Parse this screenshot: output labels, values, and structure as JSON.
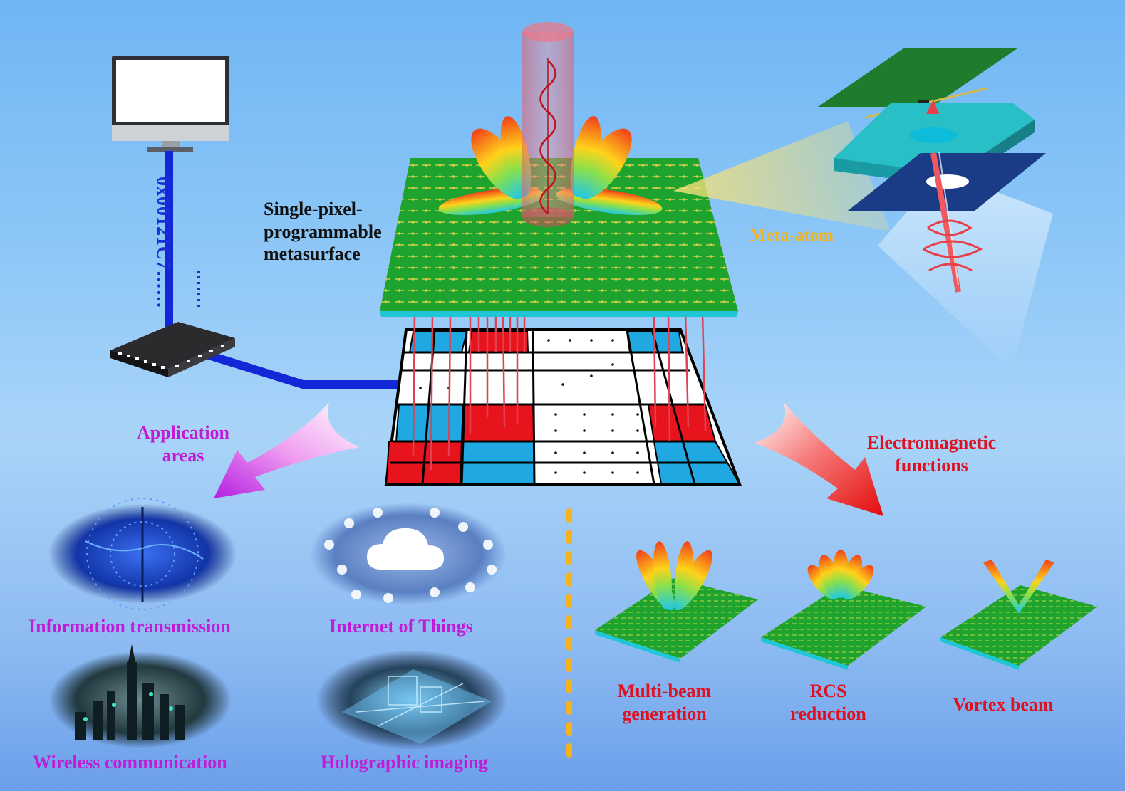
{
  "hex_code": "0x00121C7……",
  "metasurface_label": [
    "Single-pixel-",
    "programmable",
    "metasurface"
  ],
  "meta_atom_label": "Meta-atom",
  "application_areas": {
    "title": [
      "Application",
      "areas"
    ],
    "items": [
      "Information transmission",
      "Internet of Things",
      "Wireless communication",
      "Holographic imaging"
    ]
  },
  "em_functions": {
    "title": [
      "Electromagnetic",
      "functions"
    ],
    "items": [
      [
        "Multi-beam",
        "generation"
      ],
      [
        "RCS",
        "reduction"
      ],
      [
        "Vortex beam"
      ]
    ]
  },
  "colors": {
    "background": "#8cc6f7",
    "purple_text": "#c21bd6",
    "red_text": "#e0101e",
    "gold_text": "#f5b21c",
    "hex_text": "#1a2fd6",
    "board_green": "#1fa32f",
    "cell_red": "#e8141d",
    "cell_blue": "#1ea7e0"
  },
  "icons": [
    "computer-monitor-icon",
    "control-chip-icon",
    "cloud-iot-icon",
    "dashed-divider"
  ]
}
